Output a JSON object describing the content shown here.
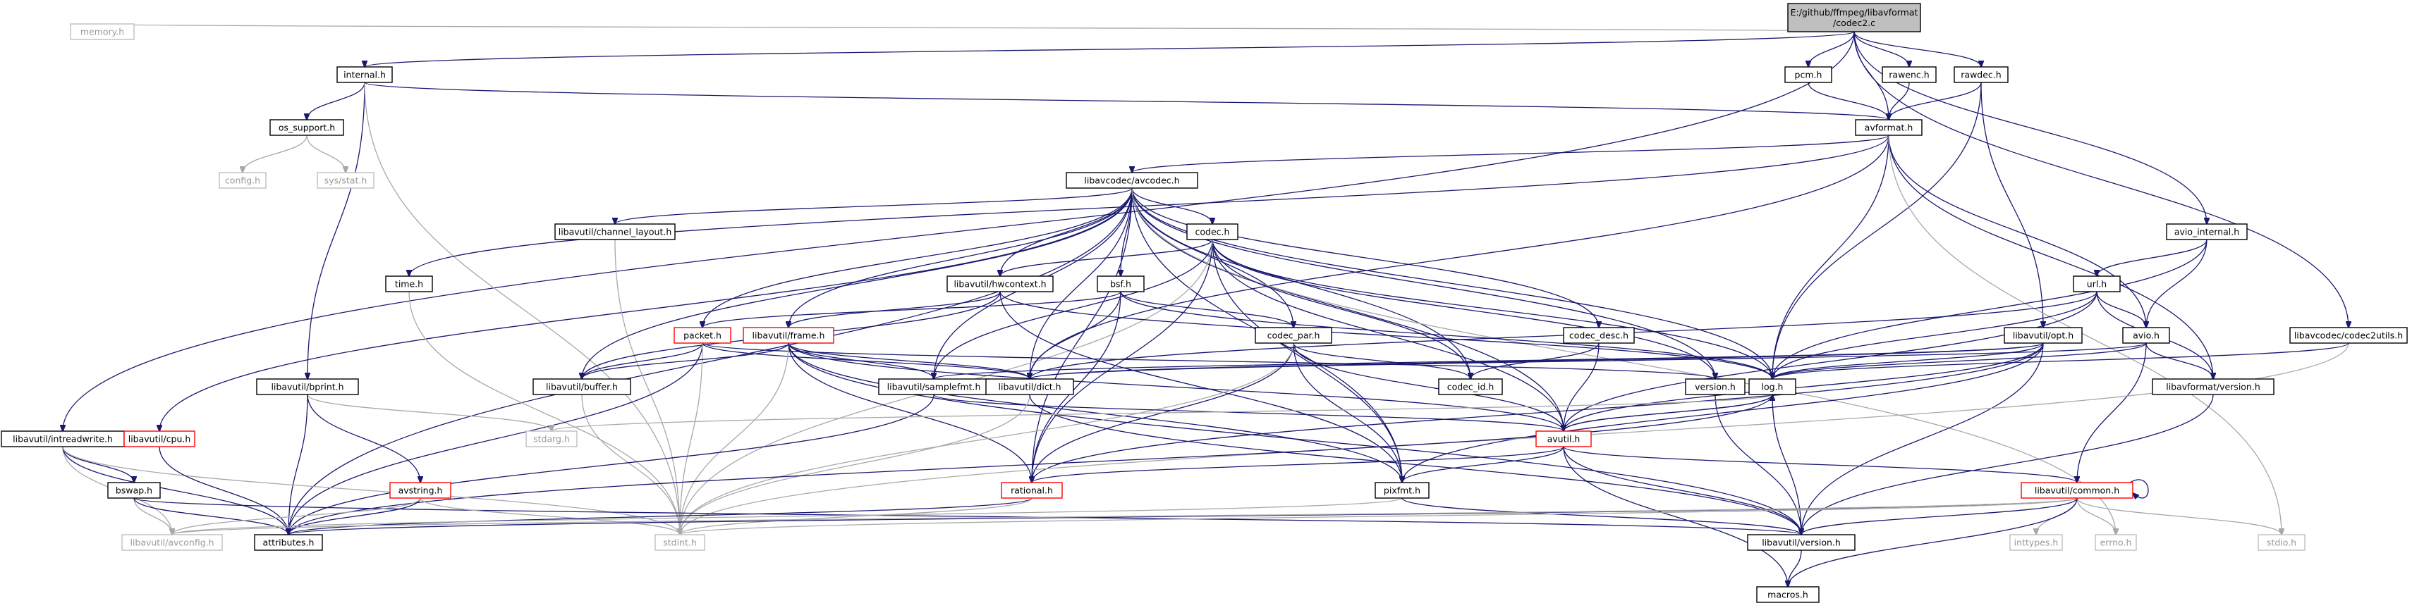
{
  "diagram": {
    "colors": {
      "edge": "#191970",
      "edge_missing": "#a8a8a8",
      "node_border": "#000000",
      "root_fill": "#bfbfbf",
      "missing_border": "#bfbfbf",
      "truncated_border": "#ff0000"
    },
    "nodes": [
      {
        "id": "root",
        "lines": [
          "E:/github/ffmpeg/libavformat",
          "/codec2.c"
        ],
        "kind": "root"
      },
      {
        "id": "memory",
        "lines": [
          "memory.h"
        ],
        "kind": "missing"
      },
      {
        "id": "internal",
        "lines": [
          "internal.h"
        ],
        "kind": "normal"
      },
      {
        "id": "pcm",
        "lines": [
          "pcm.h"
        ],
        "kind": "normal"
      },
      {
        "id": "rawenc",
        "lines": [
          "rawenc.h"
        ],
        "kind": "normal"
      },
      {
        "id": "rawdec",
        "lines": [
          "rawdec.h"
        ],
        "kind": "normal"
      },
      {
        "id": "os_support",
        "lines": [
          "os_support.h"
        ],
        "kind": "normal"
      },
      {
        "id": "avformat",
        "lines": [
          "avformat.h"
        ],
        "kind": "normal"
      },
      {
        "id": "config",
        "lines": [
          "config.h"
        ],
        "kind": "missing"
      },
      {
        "id": "sysstat",
        "lines": [
          "sys/stat.h"
        ],
        "kind": "missing"
      },
      {
        "id": "avcodec",
        "lines": [
          "libavcodec/avcodec.h"
        ],
        "kind": "normal"
      },
      {
        "id": "channel_layout",
        "lines": [
          "libavutil/channel_layout.h"
        ],
        "kind": "normal"
      },
      {
        "id": "codec",
        "lines": [
          "codec.h"
        ],
        "kind": "normal"
      },
      {
        "id": "avio_internal",
        "lines": [
          "avio_internal.h"
        ],
        "kind": "normal"
      },
      {
        "id": "time",
        "lines": [
          "time.h"
        ],
        "kind": "normal"
      },
      {
        "id": "hwcontext",
        "lines": [
          "libavutil/hwcontext.h"
        ],
        "kind": "normal"
      },
      {
        "id": "bsf",
        "lines": [
          "bsf.h"
        ],
        "kind": "normal"
      },
      {
        "id": "url",
        "lines": [
          "url.h"
        ],
        "kind": "normal"
      },
      {
        "id": "packet",
        "lines": [
          "packet.h"
        ],
        "kind": "trunc"
      },
      {
        "id": "frame",
        "lines": [
          "libavutil/frame.h"
        ],
        "kind": "trunc"
      },
      {
        "id": "codec_par",
        "lines": [
          "codec_par.h"
        ],
        "kind": "normal"
      },
      {
        "id": "codec_desc",
        "lines": [
          "codec_desc.h"
        ],
        "kind": "normal"
      },
      {
        "id": "opt",
        "lines": [
          "libavutil/opt.h"
        ],
        "kind": "normal"
      },
      {
        "id": "avio",
        "lines": [
          "avio.h"
        ],
        "kind": "normal"
      },
      {
        "id": "codec2utils",
        "lines": [
          "libavcodec/codec2utils.h"
        ],
        "kind": "normal"
      },
      {
        "id": "bprint",
        "lines": [
          "libavutil/bprint.h"
        ],
        "kind": "normal"
      },
      {
        "id": "buffer",
        "lines": [
          "libavutil/buffer.h"
        ],
        "kind": "normal"
      },
      {
        "id": "samplefmt",
        "lines": [
          "libavutil/samplefmt.h"
        ],
        "kind": "normal"
      },
      {
        "id": "dict",
        "lines": [
          "libavutil/dict.h"
        ],
        "kind": "normal"
      },
      {
        "id": "codec_id",
        "lines": [
          "codec_id.h"
        ],
        "kind": "normal"
      },
      {
        "id": "version",
        "lines": [
          "version.h"
        ],
        "kind": "normal"
      },
      {
        "id": "log",
        "lines": [
          "log.h"
        ],
        "kind": "normal"
      },
      {
        "id": "lavf_version",
        "lines": [
          "libavformat/version.h"
        ],
        "kind": "normal"
      },
      {
        "id": "intreadwrite",
        "lines": [
          "libavutil/intreadwrite.h"
        ],
        "kind": "normal"
      },
      {
        "id": "cpu",
        "lines": [
          "libavutil/cpu.h"
        ],
        "kind": "trunc"
      },
      {
        "id": "stdarg",
        "lines": [
          "stdarg.h"
        ],
        "kind": "missing"
      },
      {
        "id": "avutil",
        "lines": [
          "avutil.h"
        ],
        "kind": "trunc"
      },
      {
        "id": "bswap",
        "lines": [
          "bswap.h"
        ],
        "kind": "normal"
      },
      {
        "id": "avstring",
        "lines": [
          "avstring.h"
        ],
        "kind": "trunc"
      },
      {
        "id": "rational",
        "lines": [
          "rational.h"
        ],
        "kind": "trunc"
      },
      {
        "id": "pixfmt",
        "lines": [
          "pixfmt.h"
        ],
        "kind": "normal"
      },
      {
        "id": "common",
        "lines": [
          "libavutil/common.h"
        ],
        "kind": "trunc"
      },
      {
        "id": "avconfig",
        "lines": [
          "libavutil/avconfig.h"
        ],
        "kind": "missing"
      },
      {
        "id": "attributes",
        "lines": [
          "attributes.h"
        ],
        "kind": "normal"
      },
      {
        "id": "stdint",
        "lines": [
          "stdint.h"
        ],
        "kind": "missing"
      },
      {
        "id": "lavu_version",
        "lines": [
          "libavutil/version.h"
        ],
        "kind": "normal"
      },
      {
        "id": "inttypes",
        "lines": [
          "inttypes.h"
        ],
        "kind": "missing"
      },
      {
        "id": "errno",
        "lines": [
          "errno.h"
        ],
        "kind": "missing"
      },
      {
        "id": "stdio",
        "lines": [
          "stdio.h"
        ],
        "kind": "missing"
      },
      {
        "id": "macros",
        "lines": [
          "macros.h"
        ],
        "kind": "normal"
      }
    ],
    "edges": [
      [
        "root",
        "memory"
      ],
      [
        "root",
        "internal"
      ],
      [
        "root",
        "pcm"
      ],
      [
        "root",
        "rawenc"
      ],
      [
        "root",
        "rawdec"
      ],
      [
        "root",
        "avformat"
      ],
      [
        "root",
        "avio_internal"
      ],
      [
        "root",
        "codec2utils"
      ],
      [
        "root",
        "intreadwrite"
      ],
      [
        "internal",
        "os_support"
      ],
      [
        "internal",
        "avformat"
      ],
      [
        "internal",
        "bprint"
      ],
      [
        "internal",
        "stdint"
      ],
      [
        "os_support",
        "config"
      ],
      [
        "os_support",
        "sysstat"
      ],
      [
        "pcm",
        "avformat"
      ],
      [
        "rawenc",
        "avformat"
      ],
      [
        "rawdec",
        "avformat"
      ],
      [
        "rawdec",
        "log"
      ],
      [
        "rawdec",
        "opt"
      ],
      [
        "avformat",
        "time"
      ],
      [
        "avformat",
        "avcodec"
      ],
      [
        "avformat",
        "avio"
      ],
      [
        "avformat",
        "lavf_version"
      ],
      [
        "avformat",
        "dict"
      ],
      [
        "avformat",
        "log"
      ],
      [
        "avformat",
        "stdio"
      ],
      [
        "avcodec",
        "channel_layout"
      ],
      [
        "avcodec",
        "codec"
      ],
      [
        "avcodec",
        "hwcontext"
      ],
      [
        "avcodec",
        "bsf"
      ],
      [
        "avcodec",
        "packet"
      ],
      [
        "avcodec",
        "frame"
      ],
      [
        "avcodec",
        "codec_par"
      ],
      [
        "avcodec",
        "codec_desc"
      ],
      [
        "avcodec",
        "buffer"
      ],
      [
        "avcodec",
        "samplefmt"
      ],
      [
        "avcodec",
        "dict"
      ],
      [
        "avcodec",
        "codec_id"
      ],
      [
        "avcodec",
        "version"
      ],
      [
        "avcodec",
        "log"
      ],
      [
        "avcodec",
        "avutil"
      ],
      [
        "avcodec",
        "rational"
      ],
      [
        "avcodec",
        "pixfmt"
      ],
      [
        "avcodec",
        "attributes"
      ],
      [
        "avcodec",
        "cpu"
      ],
      [
        "avcodec",
        "errno"
      ],
      [
        "channel_layout",
        "stdint"
      ],
      [
        "time",
        "stdint"
      ],
      [
        "codec",
        "hwcontext"
      ],
      [
        "codec",
        "samplefmt"
      ],
      [
        "codec",
        "codec_id"
      ],
      [
        "codec",
        "version"
      ],
      [
        "codec",
        "log"
      ],
      [
        "codec",
        "avutil"
      ],
      [
        "codec",
        "rational"
      ],
      [
        "codec",
        "pixfmt"
      ],
      [
        "codec",
        "stdint"
      ],
      [
        "hwcontext",
        "buffer"
      ],
      [
        "hwcontext",
        "frame"
      ],
      [
        "hwcontext",
        "log"
      ],
      [
        "hwcontext",
        "pixfmt"
      ],
      [
        "bsf",
        "packet"
      ],
      [
        "bsf",
        "codec_par"
      ],
      [
        "bsf",
        "dict"
      ],
      [
        "bsf",
        "log"
      ],
      [
        "bsf",
        "rational"
      ],
      [
        "packet",
        "buffer"
      ],
      [
        "packet",
        "dict"
      ],
      [
        "packet",
        "version"
      ],
      [
        "packet",
        "attributes"
      ],
      [
        "packet",
        "stdint"
      ],
      [
        "frame",
        "buffer"
      ],
      [
        "frame",
        "dict"
      ],
      [
        "frame",
        "samplefmt"
      ],
      [
        "frame",
        "avutil"
      ],
      [
        "frame",
        "rational"
      ],
      [
        "frame",
        "pixfmt"
      ],
      [
        "frame",
        "stdint"
      ],
      [
        "frame",
        "lavu_version"
      ],
      [
        "codec_par",
        "codec_id"
      ],
      [
        "codec_par",
        "avutil"
      ],
      [
        "codec_par",
        "rational"
      ],
      [
        "codec_par",
        "pixfmt"
      ],
      [
        "codec_par",
        "stdint"
      ],
      [
        "codec_desc",
        "codec_id"
      ],
      [
        "codec_desc",
        "avutil"
      ],
      [
        "avio_internal",
        "url"
      ],
      [
        "avio_internal",
        "avio"
      ],
      [
        "avio_internal",
        "log"
      ],
      [
        "url",
        "avio"
      ],
      [
        "url",
        "lavf_version"
      ],
      [
        "url",
        "dict"
      ],
      [
        "url",
        "log"
      ],
      [
        "url",
        "avutil"
      ],
      [
        "opt",
        "dict"
      ],
      [
        "opt",
        "log"
      ],
      [
        "opt",
        "samplefmt"
      ],
      [
        "opt",
        "rational"
      ],
      [
        "opt",
        "pixfmt"
      ],
      [
        "opt",
        "avutil"
      ],
      [
        "opt",
        "lavu_version"
      ],
      [
        "avio",
        "common"
      ],
      [
        "avio",
        "log"
      ],
      [
        "avio",
        "dict"
      ],
      [
        "avio",
        "lavf_version"
      ],
      [
        "codec2utils",
        "stdint"
      ],
      [
        "codec2utils",
        "log"
      ],
      [
        "bprint",
        "stdarg"
      ],
      [
        "bprint",
        "avstring"
      ],
      [
        "bprint",
        "attributes"
      ],
      [
        "buffer",
        "stdint"
      ],
      [
        "samplefmt",
        "avutil"
      ],
      [
        "samplefmt",
        "attributes"
      ],
      [
        "dict",
        "stdint"
      ],
      [
        "dict",
        "lavu_version"
      ],
      [
        "version",
        "lavu_version"
      ],
      [
        "log",
        "stdarg"
      ],
      [
        "log",
        "avutil"
      ],
      [
        "log",
        "attributes"
      ],
      [
        "log",
        "lavu_version"
      ],
      [
        "lavf_version",
        "lavu_version"
      ],
      [
        "intreadwrite",
        "avconfig"
      ],
      [
        "intreadwrite",
        "attributes"
      ],
      [
        "intreadwrite",
        "bswap"
      ],
      [
        "intreadwrite",
        "stdint"
      ],
      [
        "cpu",
        "attributes"
      ],
      [
        "avutil",
        "common"
      ],
      [
        "avutil",
        "rational"
      ],
      [
        "avutil",
        "pixfmt"
      ],
      [
        "avutil",
        "lavu_version"
      ],
      [
        "avutil",
        "macros"
      ],
      [
        "avutil",
        "log"
      ],
      [
        "bswap",
        "avconfig"
      ],
      [
        "bswap",
        "attributes"
      ],
      [
        "bswap",
        "lavu_version"
      ],
      [
        "avstring",
        "attributes"
      ],
      [
        "avstring",
        "stdint"
      ],
      [
        "avstring",
        "avconfig"
      ],
      [
        "rational",
        "attributes"
      ],
      [
        "rational",
        "stdint"
      ],
      [
        "pixfmt",
        "lavu_version"
      ],
      [
        "pixfmt",
        "avconfig"
      ],
      [
        "common",
        "common"
      ],
      [
        "common",
        "attributes"
      ],
      [
        "common",
        "stdint"
      ],
      [
        "common",
        "lavu_version"
      ],
      [
        "common",
        "inttypes"
      ],
      [
        "common",
        "errno"
      ],
      [
        "common",
        "stdio"
      ],
      [
        "common",
        "macros"
      ],
      [
        "common",
        "avconfig"
      ],
      [
        "lavu_version",
        "macros"
      ]
    ]
  }
}
